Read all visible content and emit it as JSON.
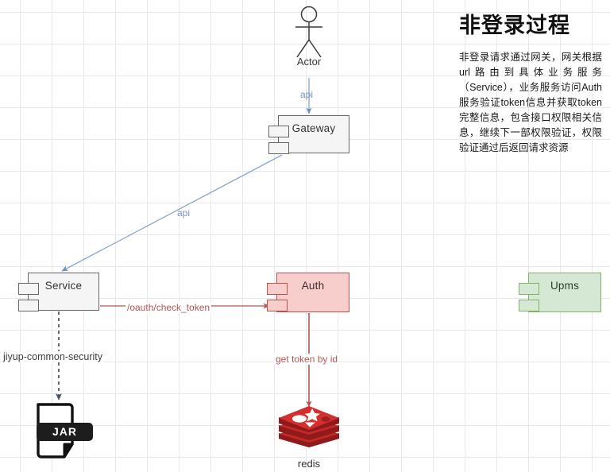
{
  "title": "非登录过程",
  "description": "非登录请求通过网关，网关根据url路由到具体业务服务（Service），业务服务访问Auth服务验证token信息并获取token完整信息，包含接口权限相关信息，继续下一部权限验证，权限验证通过后返回请求资源",
  "nodes": {
    "actor": {
      "label": "Actor",
      "icon": "actor-stick-figure-icon"
    },
    "gateway": {
      "label": "Gateway",
      "type": "component",
      "color": "#f5f5f5",
      "border": "#666666"
    },
    "service": {
      "label": "Service",
      "type": "component",
      "color": "#f5f5f5",
      "border": "#666666"
    },
    "auth": {
      "label": "Auth",
      "type": "component",
      "color": "#f8cecc",
      "border": "#b85450"
    },
    "upms": {
      "label": "Upms",
      "type": "component",
      "color": "#d5e8d4",
      "border": "#82b366"
    },
    "redis": {
      "label": "redis",
      "icon": "redis-logo-icon",
      "color": "#c62828"
    },
    "jar": {
      "label": "JAR",
      "icon": "jar-file-icon"
    }
  },
  "edges": {
    "actor_to_gateway": {
      "label": "api",
      "color": "#7a93c4"
    },
    "gateway_to_service": {
      "label": "api",
      "color": "#7a93c4"
    },
    "service_to_auth": {
      "label": "/oauth/check_token",
      "color": "#b85450"
    },
    "auth_to_redis": {
      "label": "get token by id",
      "color": "#b85450"
    },
    "service_to_jar": {
      "label": "jiyup-common-security",
      "color": "#3c3c3c"
    }
  }
}
